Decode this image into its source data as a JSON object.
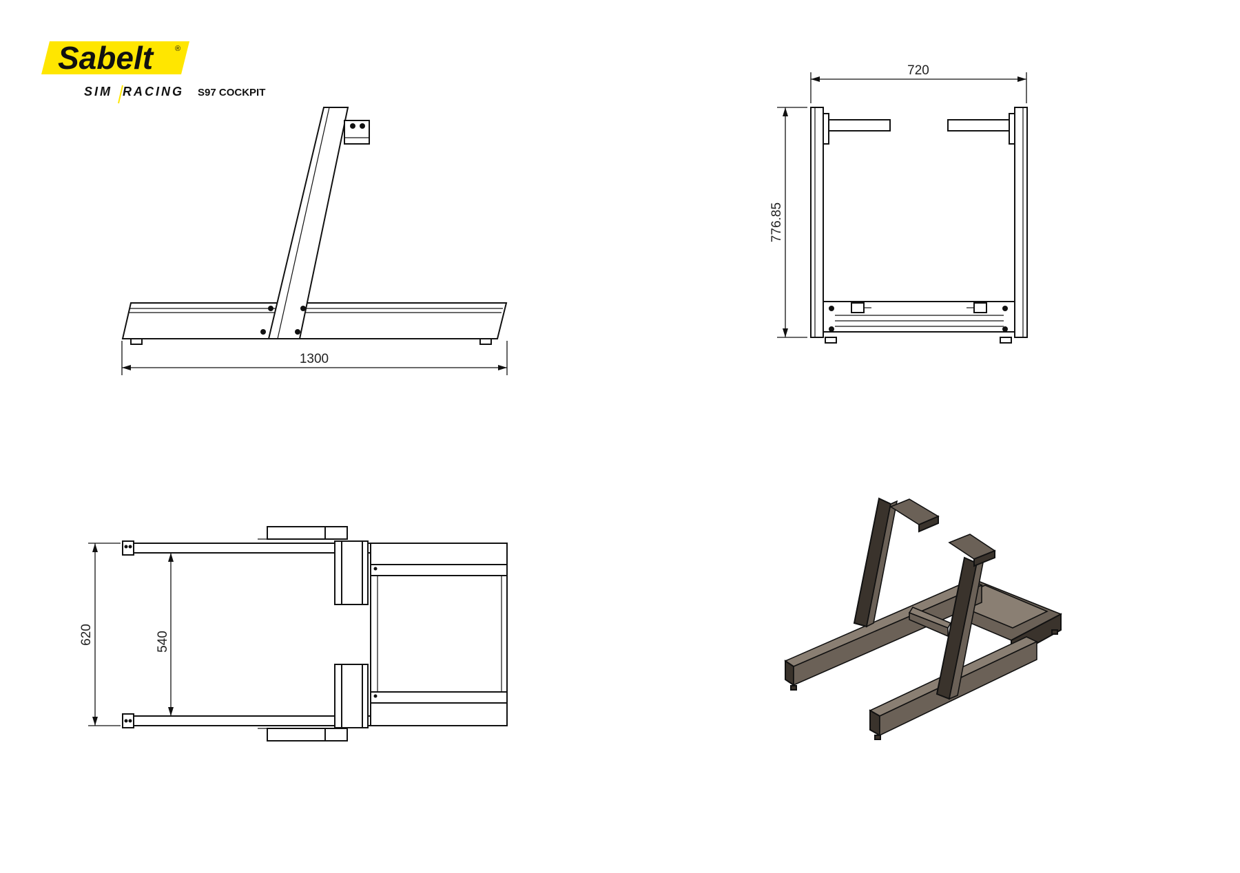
{
  "brand": {
    "name": "Sabelt",
    "registered": "®",
    "tagline_left": "SIM",
    "tagline_right": "RACING",
    "product": "S97 COCKPIT",
    "accent": "#ffe600"
  },
  "views": {
    "side": {
      "dimension": "1300"
    },
    "front": {
      "width": "720",
      "height": "776.85"
    },
    "top": {
      "outer_width": "620",
      "inner_width": "540"
    },
    "iso": {}
  }
}
